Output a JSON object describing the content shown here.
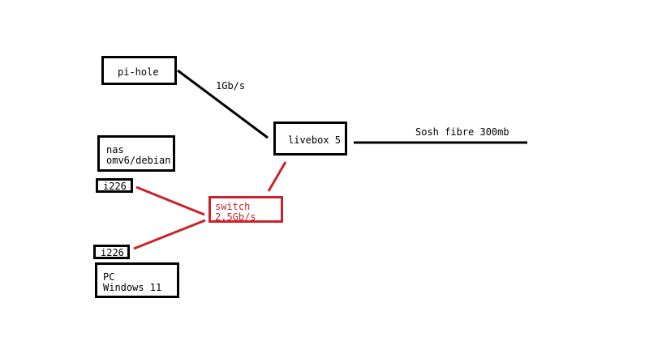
{
  "diagram": {
    "nodes": {
      "pihole": "pi-hole",
      "livebox": "livebox 5",
      "nas_line1": "nas",
      "nas_line2": "omv6/debian",
      "nas_nic": "i226",
      "switch_line1": "switch",
      "switch_line2": "2,5Gb/s",
      "pc_nic": "i226",
      "pc_line1": "PC",
      "pc_line2": "Windows 11"
    },
    "edge_labels": {
      "pihole_livebox_speed": "1Gb/s",
      "isp_connection": "Sosh fibre 300mb"
    },
    "colors": {
      "default": "#000000",
      "highlight": "#cc2229"
    }
  }
}
